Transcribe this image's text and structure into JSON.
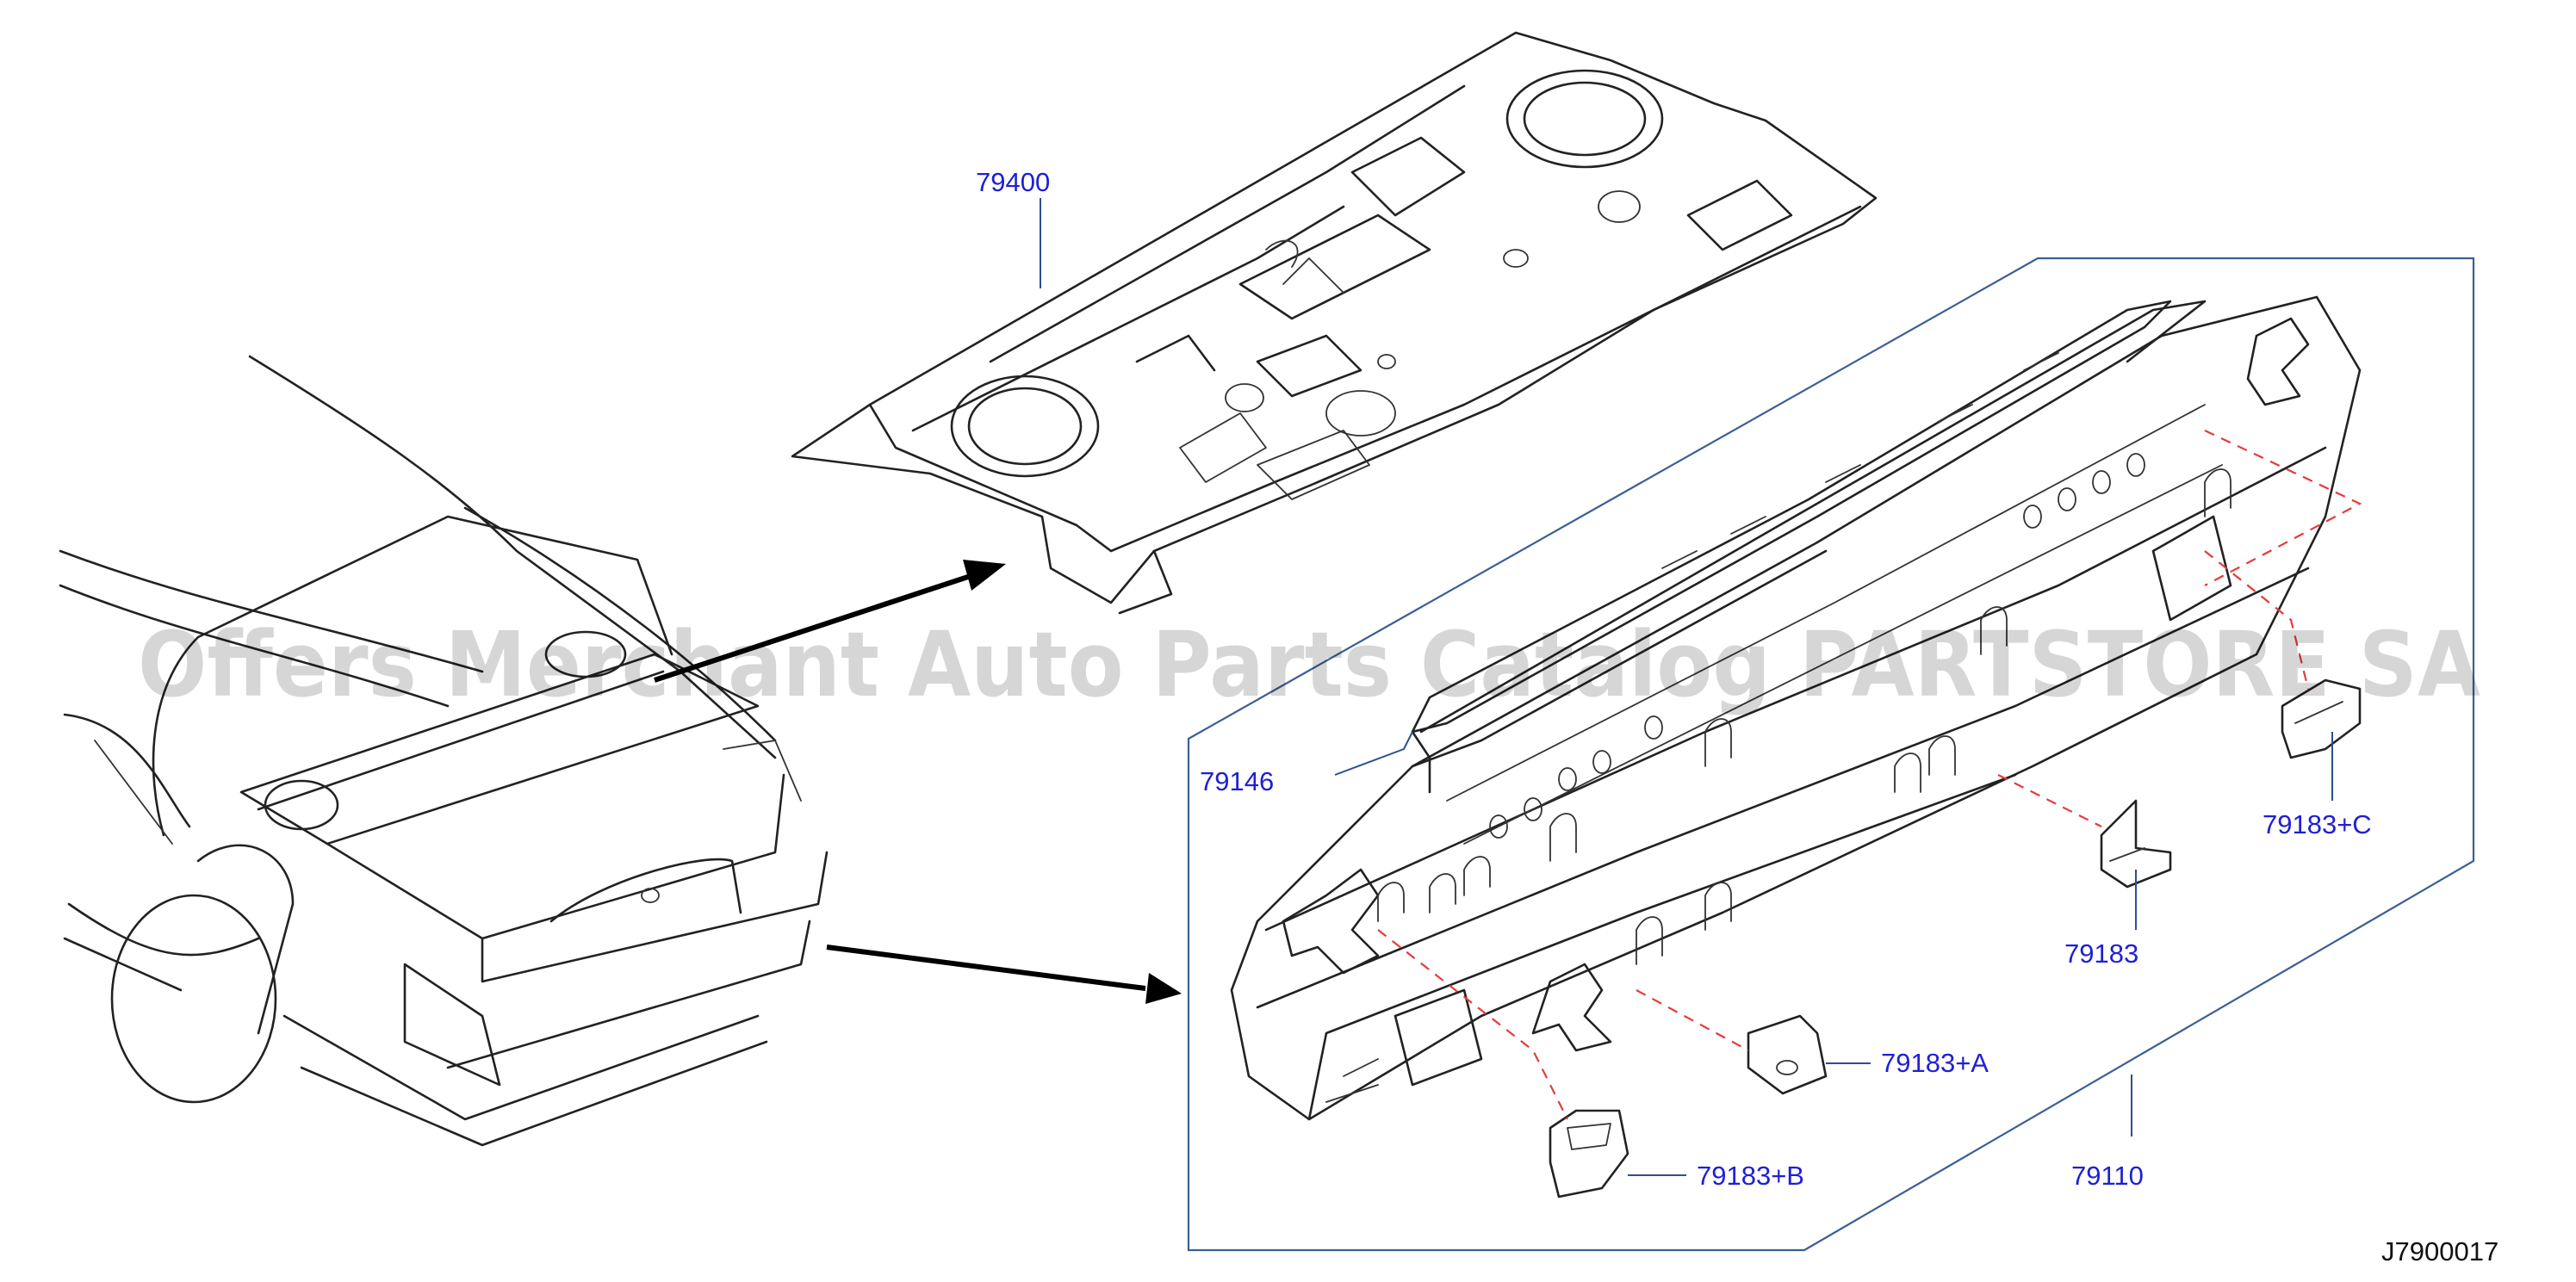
{
  "diagram_code": "J7900017",
  "watermark": "Offers Merchant Auto Parts Catalog PARTSTORE SA",
  "colors": {
    "callout_text": "#1f1fd6",
    "leader_line": "#2d4f8e",
    "hidden_dashes": "#e53b3b",
    "drawing_ink": "#222222"
  },
  "parts": [
    {
      "number": "79400",
      "component": "rear-parcel-shelf"
    },
    {
      "number": "79146",
      "component": "top-flange-bracket"
    },
    {
      "number": "79110",
      "component": "rear-panel"
    },
    {
      "number": "79183",
      "component": "bracket"
    },
    {
      "number": "79183+A",
      "component": "bracket"
    },
    {
      "number": "79183+B",
      "component": "bracket"
    },
    {
      "number": "79183+C",
      "component": "bracket"
    }
  ]
}
